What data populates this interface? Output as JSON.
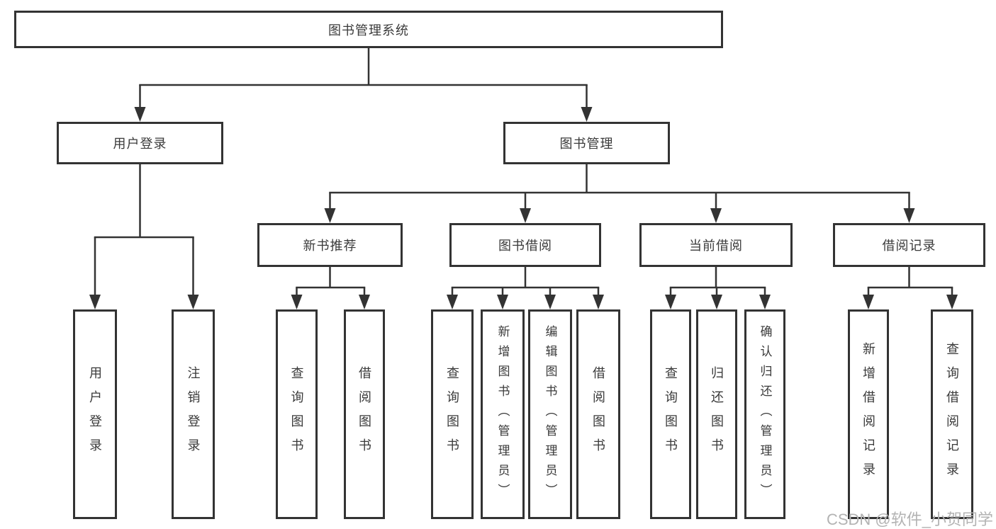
{
  "diagram": {
    "colors": {
      "line": "#333333",
      "border": "#333333",
      "text": "#3a3a3a",
      "background": "#ffffff",
      "watermark": "#b3b3b3"
    },
    "nodes": {
      "root": {
        "label": "图书管理系统"
      },
      "user_login": {
        "label": "用户登录"
      },
      "book_mgmt": {
        "label": "图书管理"
      },
      "new_book_rec": {
        "label": "新书推荐"
      },
      "book_borrow": {
        "label": "图书借阅"
      },
      "current_borrow": {
        "label": "当前借阅"
      },
      "borrow_record": {
        "label": "借阅记录"
      },
      "leaf_user_login": {
        "label": "用户登录"
      },
      "leaf_logout": {
        "label": "注销登录"
      },
      "leaf_query_book_rec": {
        "label": "查询图书"
      },
      "leaf_borrow_book_rec": {
        "label": "借阅图书"
      },
      "leaf_query_book_borrow": {
        "label": "查询图书"
      },
      "leaf_add_book": {
        "label": "新增图书（管理员）"
      },
      "leaf_edit_book": {
        "label": "编辑图书（管理员）"
      },
      "leaf_borrow_book_borrow": {
        "label": "借阅图书"
      },
      "leaf_query_book_current": {
        "label": "查询图书"
      },
      "leaf_return_book": {
        "label": "归还图书"
      },
      "leaf_confirm_return": {
        "label": "确认归还（管理员）"
      },
      "leaf_add_record": {
        "label": "新增借阅记录"
      },
      "leaf_query_record": {
        "label": "查询借阅记录"
      }
    },
    "watermark": "CSDN @软件_小贺同学"
  }
}
